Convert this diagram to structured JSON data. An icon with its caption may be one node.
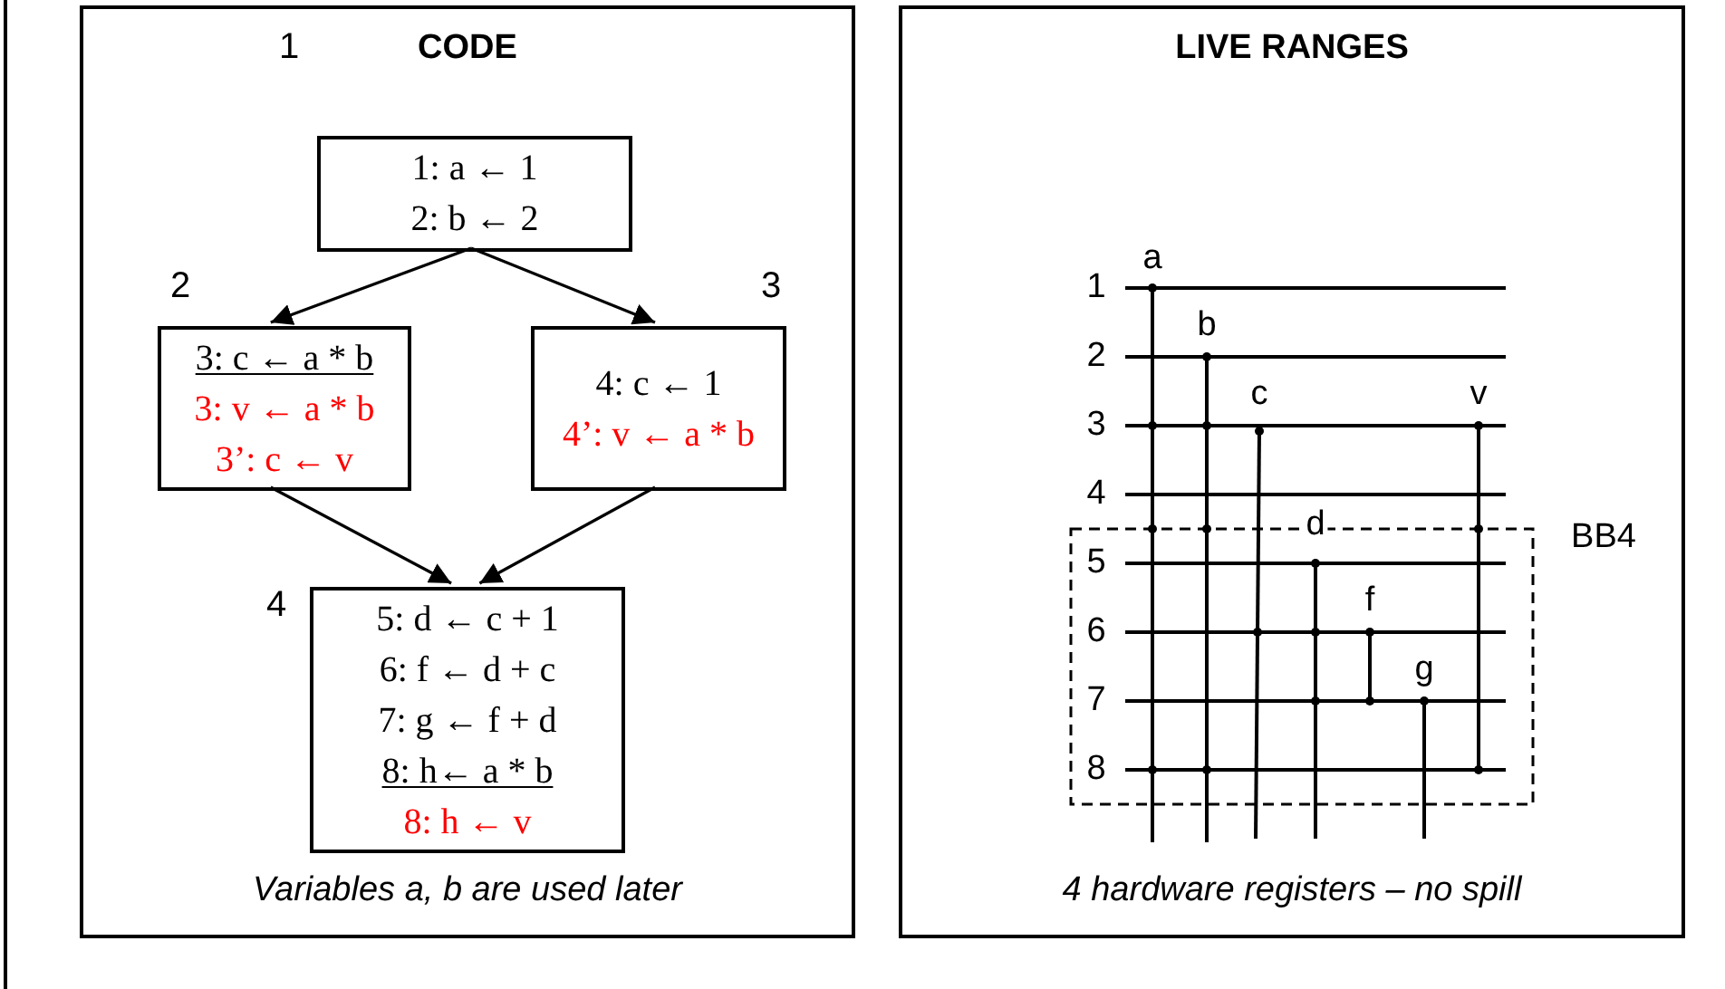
{
  "diagram": {
    "nodes": [
      {
        "text": [
          "CODE",
          "Variables a, b are used later"
        ]
      },
      {
        "text": [
          "1: a ← 1",
          "2: b ← 2"
        ],
        "in": 0,
        "beside": [
          "1"
        ]
      },
      {
        "text": [
          "3: c ← a * b",
          "3: v ← a * b",
          "3’: c ← v"
        ],
        "in": 0,
        "beside": [
          "2"
        ]
      },
      {
        "text": [
          "4: c ← 1",
          "4’: v ← a * b"
        ],
        "in": 0,
        "beside": [
          "3"
        ]
      },
      {
        "text": [
          "5: d ← c + 1",
          "6: f ← d + c",
          "7: g ← f + d",
          "8: h← a * b",
          "8: h ← v"
        ],
        "in": 0,
        "beside": [
          "4"
        ]
      },
      {
        "text": [
          "LIVE RANGES",
          "4 hardware registers – no spill"
        ]
      }
    ],
    "edges": [
      {
        "from": 1,
        "to": 2,
        "arrow": "to"
      },
      {
        "from": 1,
        "to": 3,
        "arrow": "to"
      },
      {
        "from": 2,
        "to": 4,
        "arrow": "to"
      },
      {
        "from": 3,
        "to": 4,
        "arrow": "to"
      }
    ],
    "labels": [
      "a",
      "1",
      "b",
      "2",
      "c",
      "v",
      "3",
      "4",
      "d",
      "BB4",
      "5",
      "f",
      "6",
      "g",
      "7",
      "8"
    ]
  }
}
